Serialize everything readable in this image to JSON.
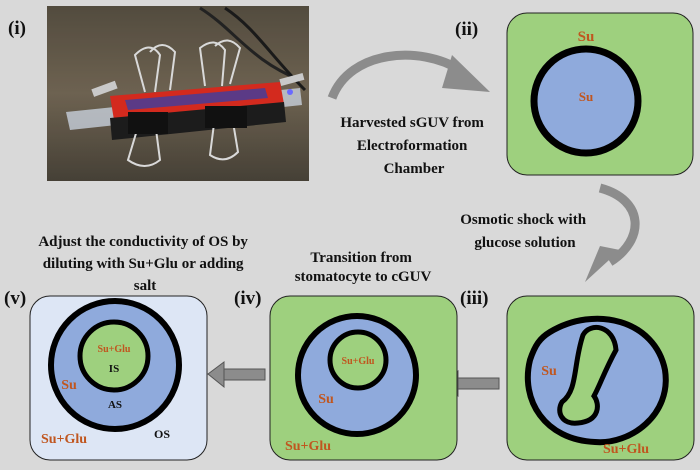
{
  "colors": {
    "background": "#d9d9d9",
    "green": "#9ed07e",
    "blue_vesicle": "#8faadc",
    "light_blue_box": "#dde6f5",
    "membrane": "#000000",
    "label_brown": "#c0561f",
    "arrow_gray": "#8c8c8c"
  },
  "panels": {
    "i": {
      "label": "(i)"
    },
    "ii": {
      "label": "(ii)",
      "outer": "Su",
      "inner": "Su"
    },
    "iii": {
      "label": "(iii)",
      "inner": "Su",
      "outer": "Su+Glu"
    },
    "iv": {
      "label": "(iv)",
      "is": "Su+Glu",
      "as": "Su",
      "outer": "Su+Glu"
    },
    "v": {
      "label": "(v)",
      "is_fill": "Su+Glu",
      "is": "IS",
      "as_fill": "Su",
      "as": "AS",
      "os": "OS",
      "outer": "Su+Glu"
    }
  },
  "captions": {
    "harvest": [
      "Harvested sGUV from",
      "Electroformation",
      "Chamber"
    ],
    "osmotic": [
      "Osmotic shock with",
      "glucose solution"
    ],
    "transition": [
      "Transition from",
      "stomatocyte to  cGUV"
    ],
    "adjust": [
      "Adjust the conductivity of OS by",
      "diluting with Su+Glu or adding",
      "salt"
    ]
  }
}
